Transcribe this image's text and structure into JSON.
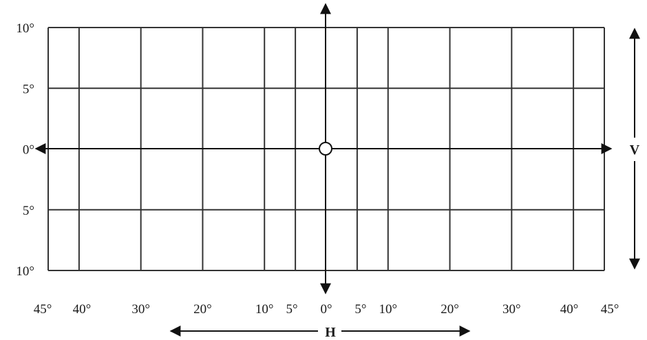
{
  "diagram": {
    "h_range_deg": [
      -45,
      45
    ],
    "v_range_deg": [
      -10,
      10
    ],
    "h_gridlines_deg": [
      -45,
      -40,
      -30,
      -20,
      -10,
      -5,
      0,
      5,
      10,
      20,
      30,
      40,
      45
    ],
    "v_gridlines_deg": [
      -10,
      -5,
      0,
      5,
      10
    ],
    "h_tick_labels": [
      {
        "value": -45,
        "text": "45°"
      },
      {
        "value": -40,
        "text": "40°"
      },
      {
        "value": -30,
        "text": "30°"
      },
      {
        "value": -20,
        "text": "20°"
      },
      {
        "value": -10,
        "text": "10°"
      },
      {
        "value": -5,
        "text": "5°"
      },
      {
        "value": 0,
        "text": "0°"
      },
      {
        "value": 5,
        "text": "5°"
      },
      {
        "value": 10,
        "text": "10°"
      },
      {
        "value": 20,
        "text": "20°"
      },
      {
        "value": 30,
        "text": "30°"
      },
      {
        "value": 40,
        "text": "40°"
      },
      {
        "value": 45,
        "text": "45°"
      }
    ],
    "v_tick_labels": [
      {
        "value": 10,
        "text": "10°"
      },
      {
        "value": 5,
        "text": "5°"
      },
      {
        "value": 0,
        "text": "0°"
      },
      {
        "value": -5,
        "text": "5°"
      },
      {
        "value": -10,
        "text": "10°"
      }
    ],
    "h_axis_label": "H",
    "v_axis_label": "V",
    "center_marker": "origin-circle",
    "line_color": "#333333"
  }
}
